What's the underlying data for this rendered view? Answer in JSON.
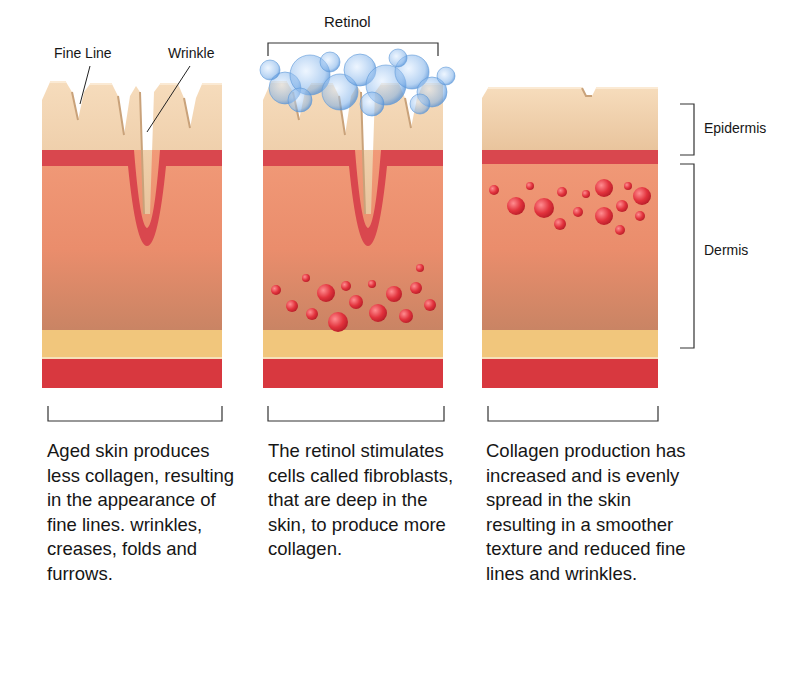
{
  "diagram": {
    "labels": [
      "Fine Line",
      "Wrinkle",
      "Retinol",
      "Epidermis",
      "Dermis",
      "Aged skin produces less collagen, resulting in the appearance of fine lines. wrinkles, creases, folds and furrows.",
      "The retinol stimulates cells called fibroblasts, that are deep in the skin, to produce more collagen.",
      "Collagen production has increased and is evenly spread in the skin resulting in a smoother texture and reduced fine lines and wrinkles."
    ]
  }
}
